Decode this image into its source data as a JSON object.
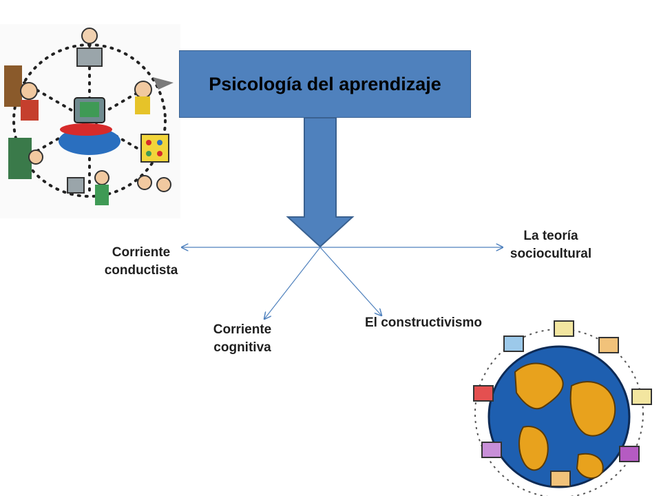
{
  "title": "Psicología del aprendizaje",
  "branches": {
    "conductista": [
      "Corriente",
      "conductista"
    ],
    "cognitiva": [
      "Corriente",
      "cognitiva"
    ],
    "constructivismo": [
      "El constructivismo"
    ],
    "sociocultural": [
      "La teoría",
      "sociocultural"
    ]
  },
  "colors": {
    "title_box": "#4f81bd",
    "arrow_fill": "#4f81bd",
    "connector_lines": "#4f81bd",
    "globe_ocean": "#1e5fb0",
    "globe_land": "#e8a21d"
  },
  "illustrations": [
    "classroom-technology-clipart",
    "networked-globe-clipart"
  ]
}
